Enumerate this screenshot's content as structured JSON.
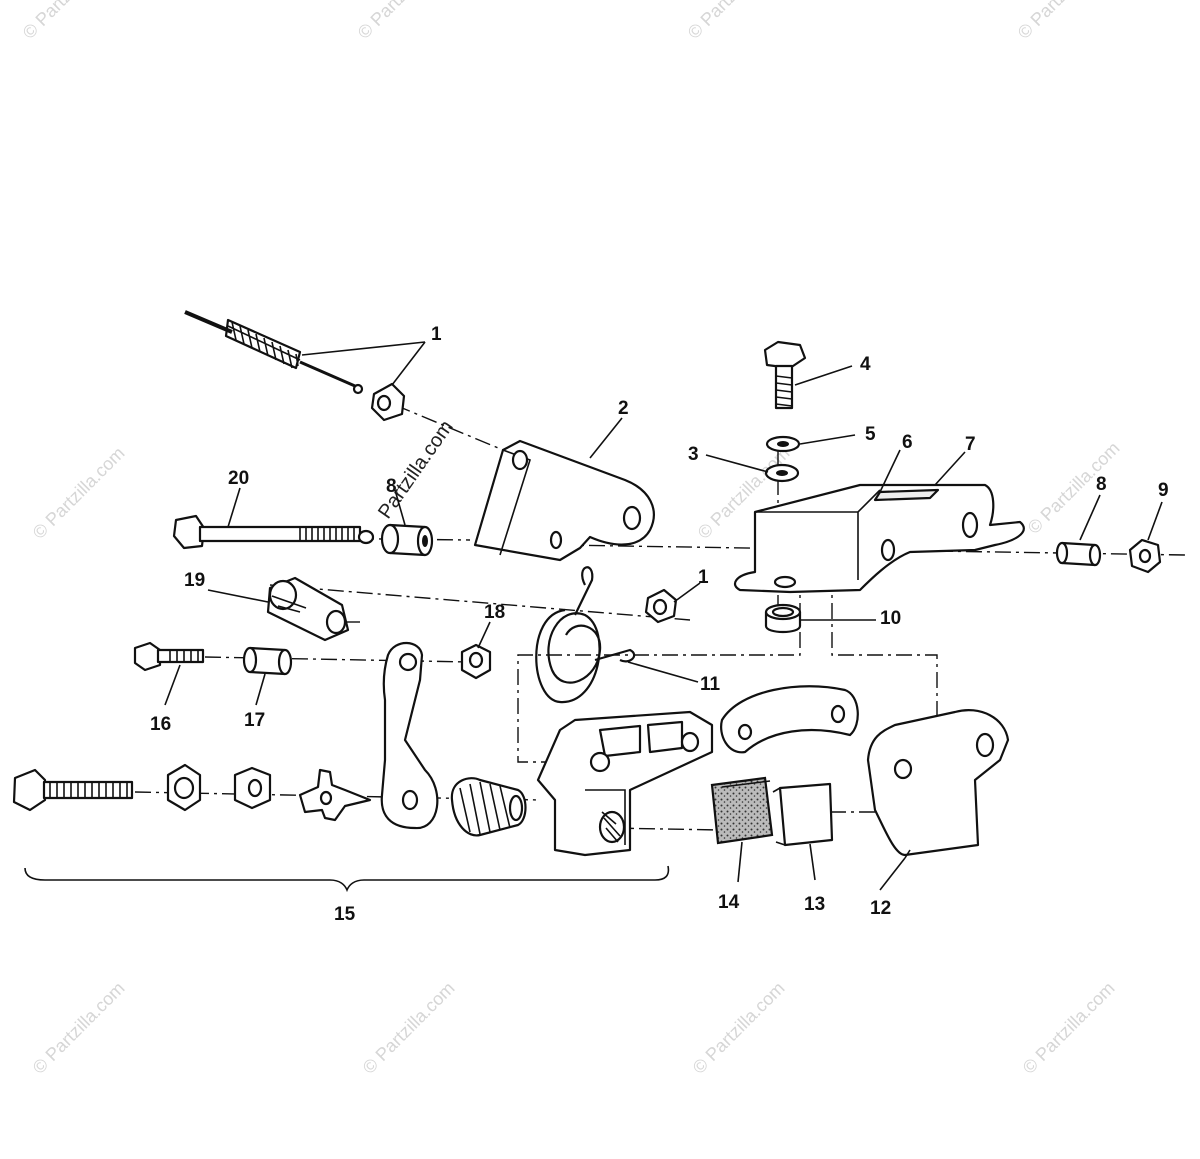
{
  "watermark": {
    "text": "© Partzilla.com",
    "dark_text": "Partzilla.com"
  },
  "callouts": {
    "c1a": "1",
    "c1b": "1",
    "c2": "2",
    "c3": "3",
    "c4": "4",
    "c5": "5",
    "c6": "6",
    "c7": "7",
    "c8a": "8",
    "c8b": "8",
    "c9": "9",
    "c10": "10",
    "c11": "11",
    "c12": "12",
    "c13": "13",
    "c14": "14",
    "c15": "15",
    "c16": "16",
    "c17": "17",
    "c18": "18",
    "c19": "19",
    "c20": "20"
  }
}
